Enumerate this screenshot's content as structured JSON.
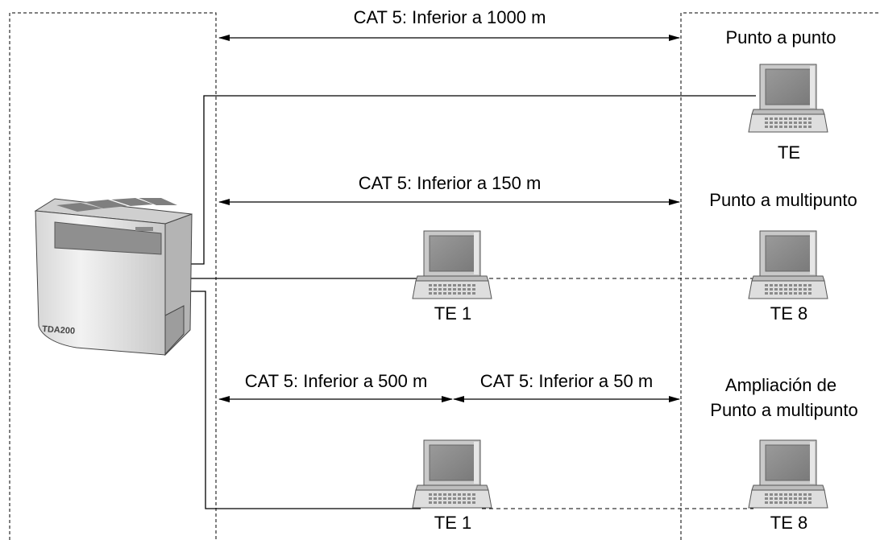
{
  "diagram": {
    "pbx": {
      "model_label": "TDA200"
    },
    "sections": [
      {
        "distance_label": "CAT 5: Inferior a 1000 m",
        "mode_label": "Punto a punto",
        "terminals": [
          {
            "label": "TE"
          }
        ]
      },
      {
        "distance_label": "CAT 5: Inferior a 150 m",
        "mode_label": "Punto a multipunto",
        "terminals": [
          {
            "label": "TE 1"
          },
          {
            "label": "TE 8"
          }
        ]
      },
      {
        "distance_labels": [
          "CAT 5: Inferior a 500 m",
          "CAT 5: Inferior a 50 m"
        ],
        "mode_label_lines": [
          "Ampliación de",
          "Punto a multipunto"
        ],
        "terminals": [
          {
            "label": "TE 1"
          },
          {
            "label": "TE 8"
          }
        ]
      }
    ]
  }
}
